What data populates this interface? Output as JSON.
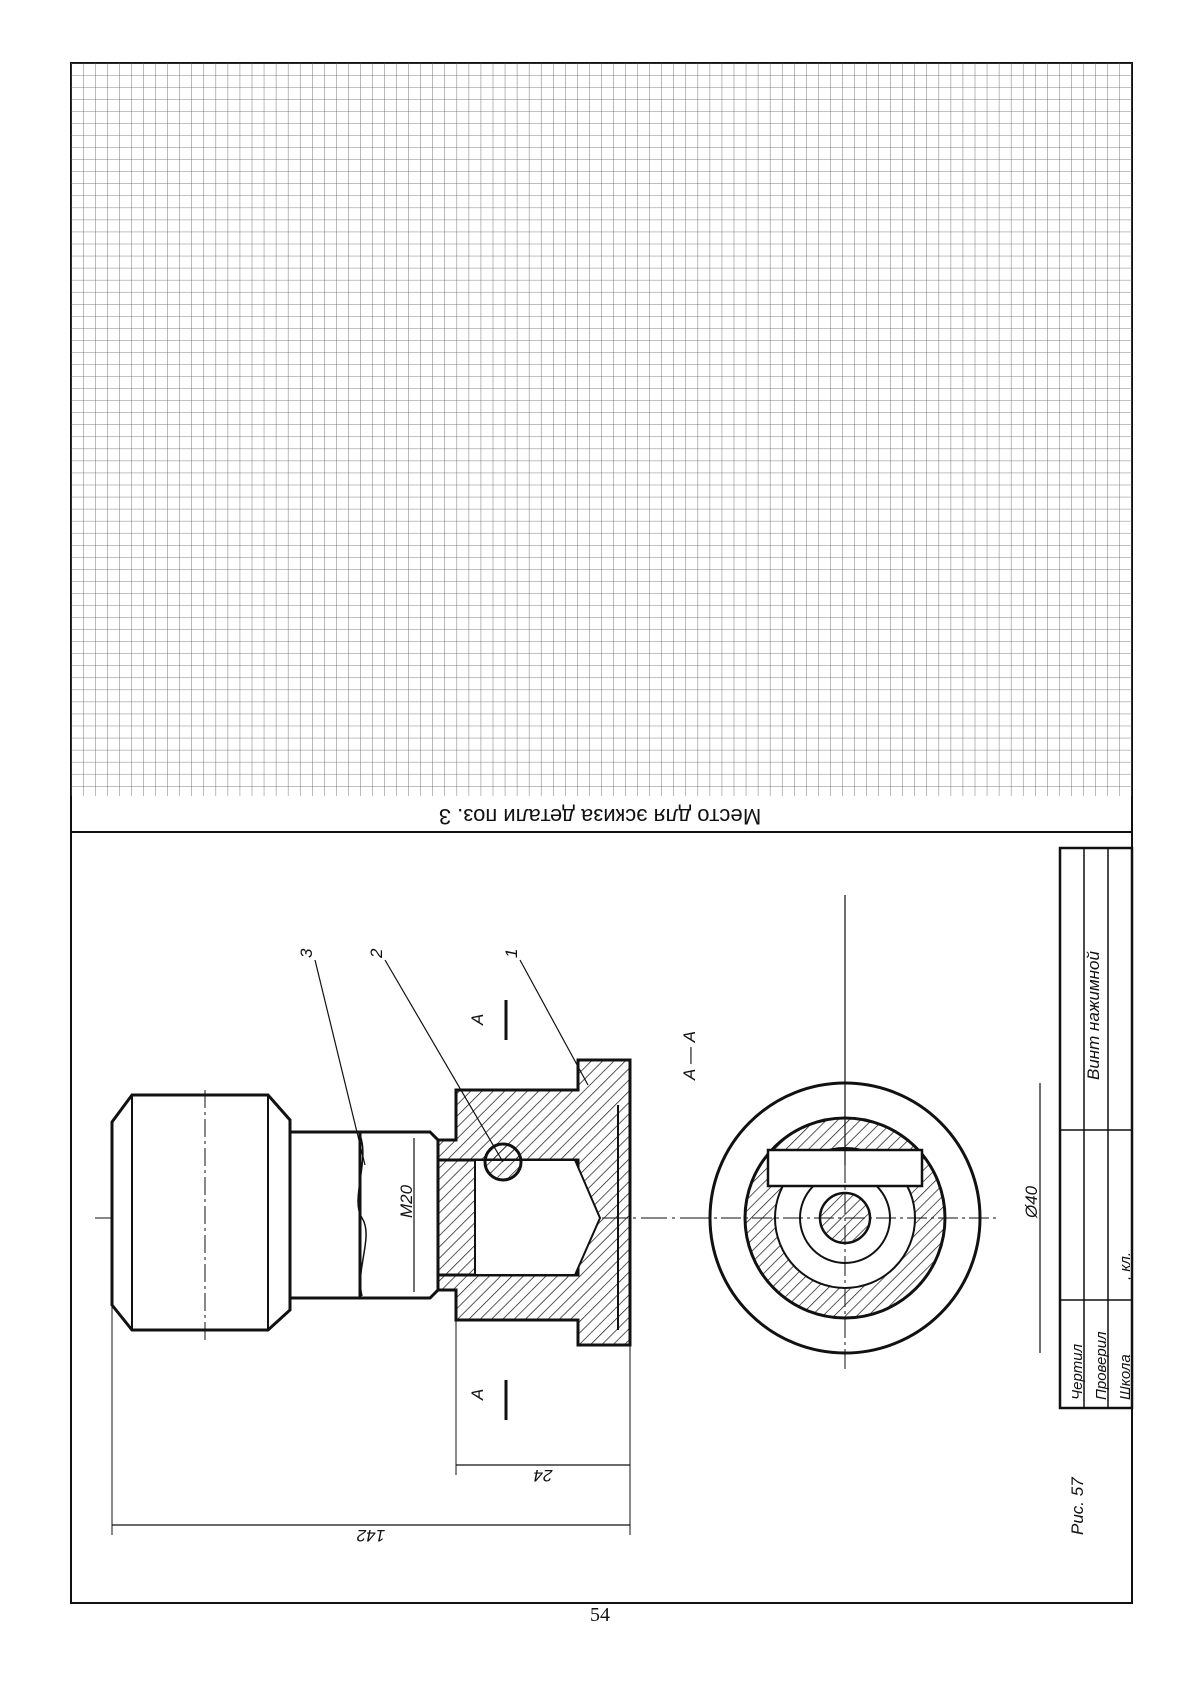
{
  "sketch_area": {
    "caption": "Место для эскиза детали поз. 3"
  },
  "drawing": {
    "positions": [
      "1",
      "2",
      "3"
    ],
    "section_marker": "A",
    "section_title": "А — А",
    "dimensions": {
      "overall_length": "142",
      "base_height": "24",
      "thread": "M20",
      "diameter": "Ø40"
    }
  },
  "title_block": {
    "title": "Винт нажимной",
    "rows": [
      "Чертил",
      "Проверил",
      "Школа"
    ],
    "class_field": ", кл."
  },
  "figure_caption": "Рис. 57",
  "page_number": "54"
}
